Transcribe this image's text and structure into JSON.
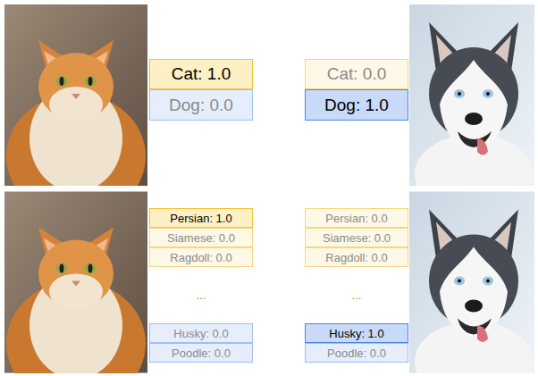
{
  "diagram": {
    "nodes": [
      {
        "text": [
          "Cat: 1.0"
        ]
      },
      {
        "text": [
          "Dog: 0.0"
        ]
      },
      {
        "text": [
          "Cat: 0.0"
        ]
      },
      {
        "text": [
          "Dog: 1.0"
        ]
      },
      {
        "text": [
          "Persian: 1.0"
        ]
      },
      {
        "text": [
          "Siamese: 0.0"
        ]
      },
      {
        "text": [
          "Ragdoll: 0.0"
        ]
      },
      {
        "text": [
          "Husky: 0.0"
        ]
      },
      {
        "text": [
          "Poodle: 0.0"
        ]
      },
      {
        "text": [
          "Persian: 0.0"
        ]
      },
      {
        "text": [
          "Siamese: 0.0"
        ]
      },
      {
        "text": [
          "Ragdoll: 0.0"
        ]
      },
      {
        "text": [
          "Husky: 1.0"
        ]
      },
      {
        "text": [
          "Poodle: 0.0"
        ]
      }
    ],
    "labels": [
      "...",
      "..."
    ]
  }
}
